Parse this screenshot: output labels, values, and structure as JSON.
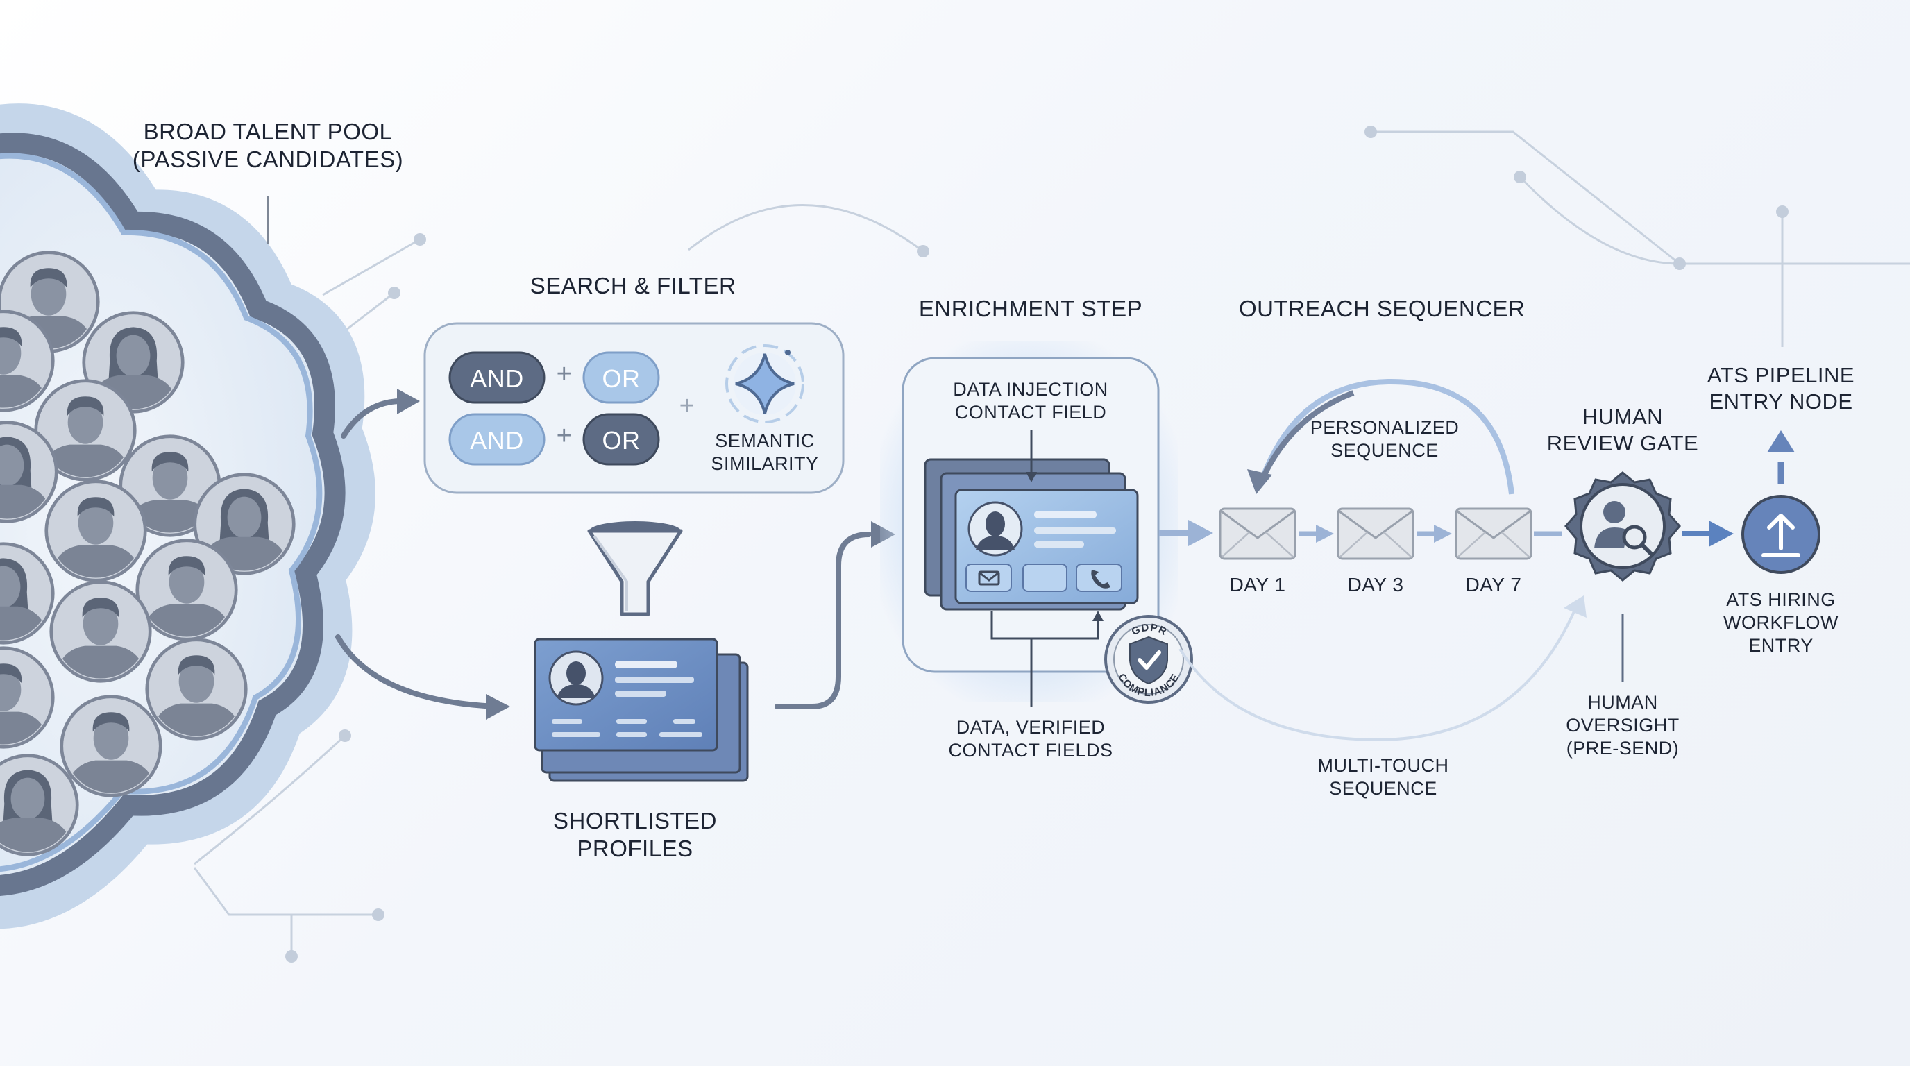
{
  "diagram": {
    "talent_pool": {
      "line1": "BROAD TALENT POOL",
      "line2": "(PASSIVE CANDIDATES)"
    },
    "search_filter": {
      "title": "SEARCH & FILTER",
      "op_and": "AND",
      "op_or": "OR",
      "plus": "+",
      "semantic_line1": "SEMANTIC",
      "semantic_line2": "SIMILARITY"
    },
    "shortlisted": {
      "line1": "SHORTLISTED",
      "line2": "PROFILES"
    },
    "enrichment": {
      "title": "ENRICHMENT STEP",
      "injection_line1": "DATA INJECTION",
      "injection_line2": "CONTACT FIELD",
      "verified_line1": "DATA, VERIFIED",
      "verified_line2": "CONTACT FIELDS",
      "gdpr_top": "GDPR",
      "gdpr_bottom": "COMPLIANCE"
    },
    "outreach": {
      "title": "OUTREACH SEQUENCER",
      "personalized_line1": "PERSONALIZED",
      "personalized_line2": "SEQUENCE",
      "days": [
        "DAY 1",
        "DAY 3",
        "DAY 7"
      ],
      "multitouch_line1": "MULTI-TOUCH",
      "multitouch_line2": "SEQUENCE"
    },
    "review_gate": {
      "title_line1": "HUMAN",
      "title_line2": "REVIEW GATE",
      "oversight_line1": "HUMAN",
      "oversight_line2": "OVERSIGHT",
      "oversight_line3": "(PRE-SEND)"
    },
    "ats": {
      "title_line1": "ATS PIPELINE",
      "title_line2": "ENTRY NODE",
      "workflow_line1": "ATS HIRING",
      "workflow_line2": "WORKFLOW",
      "workflow_line3": "ENTRY"
    }
  },
  "colors": {
    "dark_slate": "#5d6b84",
    "mid_blue": "#7c9bc6",
    "light_blue": "#a9c7e8",
    "pale_blue": "#dfeaf6",
    "accent_blue": "#5b82bf"
  },
  "icons": [
    "person-avatar-icon",
    "funnel-icon",
    "sparkle-icon",
    "envelope-icon",
    "phone-icon",
    "shield-check-icon",
    "person-search-icon",
    "upload-arrow-icon"
  ]
}
